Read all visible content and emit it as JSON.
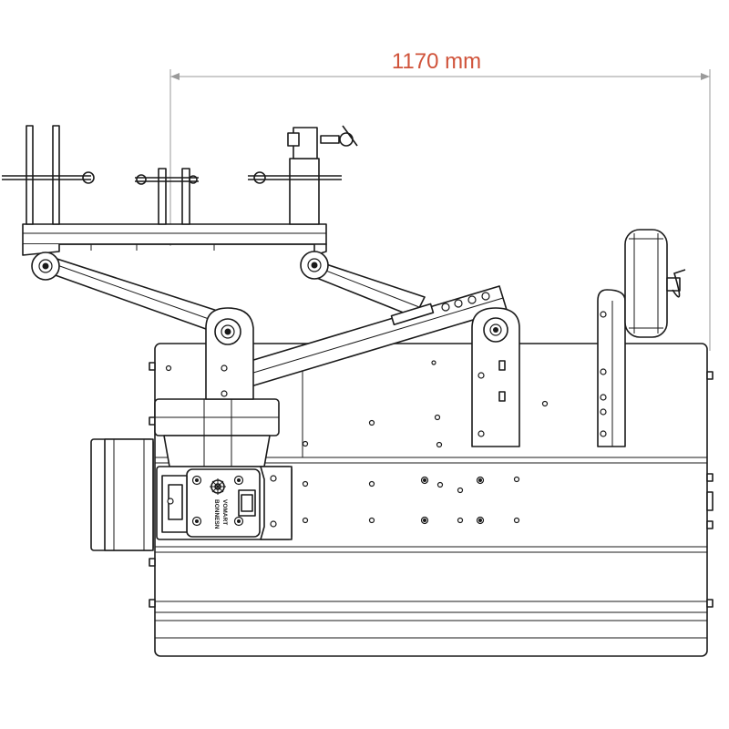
{
  "dimension": {
    "label": "1170 mm",
    "color": "#d0533a"
  },
  "logo": {
    "line1": "BONNESN",
    "line2": "VOMART"
  },
  "icons": {
    "brand_logo": "gear-logo-icon"
  }
}
